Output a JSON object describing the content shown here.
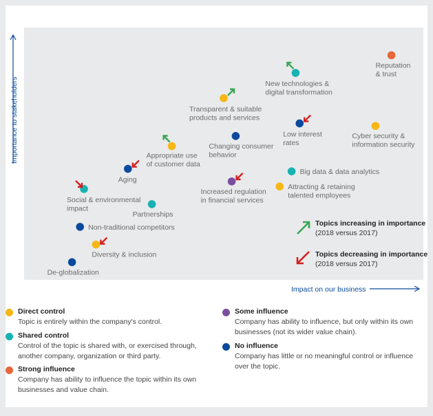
{
  "chart_data": {
    "type": "scatter",
    "title": "",
    "xlabel": "Impact on our business",
    "ylabel": "Importance to stakeholders",
    "xlim": [
      0,
      100
    ],
    "ylim": [
      0,
      100
    ],
    "grid": false,
    "points": [
      {
        "label": "Reputation & trust",
        "x": 92,
        "y": 89,
        "category": "strong",
        "trend": "none"
      },
      {
        "label": "New technologies & digital transformation",
        "x": 68,
        "y": 82,
        "category": "shared",
        "trend": "up"
      },
      {
        "label": "Transparent & suitable products and services",
        "x": 50,
        "y": 72,
        "category": "direct",
        "trend": "up"
      },
      {
        "label": "Low interest rates",
        "x": 69,
        "y": 62,
        "category": "none",
        "trend": "down"
      },
      {
        "label": "Cyber security & information security",
        "x": 88,
        "y": 61,
        "category": "direct",
        "trend": "none"
      },
      {
        "label": "Changing consumer behavior",
        "x": 53,
        "y": 57,
        "category": "none",
        "trend": "none"
      },
      {
        "label": "Appropriate use of customer data",
        "x": 37,
        "y": 53,
        "category": "direct",
        "trend": "up"
      },
      {
        "label": "Aging",
        "x": 26,
        "y": 44,
        "category": "none",
        "trend": "down"
      },
      {
        "label": "Big data & data analytics",
        "x": 67,
        "y": 43,
        "category": "shared",
        "trend": "none"
      },
      {
        "label": "Increased regulation in financial services",
        "x": 52,
        "y": 39,
        "category": "some",
        "trend": "down"
      },
      {
        "label": "Attracting & retaining talented employees",
        "x": 64,
        "y": 37,
        "category": "direct",
        "trend": "none"
      },
      {
        "label": "Social & environmental impact",
        "x": 15,
        "y": 36,
        "category": "shared",
        "trend": "down"
      },
      {
        "label": "Partnerships",
        "x": 32,
        "y": 30,
        "category": "shared",
        "trend": "none"
      },
      {
        "label": "Non-traditional competitors",
        "x": 14,
        "y": 21,
        "category": "none",
        "trend": "none"
      },
      {
        "label": "Diversity & inclusion",
        "x": 18,
        "y": 14,
        "category": "direct",
        "trend": "down"
      },
      {
        "label": "De-globalization",
        "x": 12,
        "y": 7,
        "category": "none",
        "trend": "none"
      }
    ],
    "trend_notes": [
      {
        "trend": "up",
        "title": "Topics increasing in importance",
        "subtitle": "(2018 versus 2017)",
        "color": "#3aa655"
      },
      {
        "trend": "down",
        "title": "Topics decreasing in importance",
        "subtitle": "(2018 versus 2017)",
        "color": "#d32020"
      }
    ]
  },
  "categories": {
    "direct": {
      "title": "Direct control",
      "description": "Topic is entirely within the company's control.",
      "color": "#f5b715"
    },
    "shared": {
      "title": "Shared control",
      "description": "Control of the topic is shared with, or exercised through, another company, organization or third party.",
      "color": "#18b2b2"
    },
    "strong": {
      "title": "Strong influence",
      "description": "Company has ability to influence the topic within its own businesses and value chain.",
      "color": "#e8663c"
    },
    "some": {
      "title": "Some influence",
      "description": "Company has ability to influence, but only within its own businesses (not its wider value chain).",
      "color": "#7b4ea0"
    },
    "none": {
      "title": "No influence",
      "description": "Company has little or no meaningful control or influence over the topic.",
      "color": "#0a4a9c"
    }
  },
  "colors": {
    "axis": "#0a4a9c",
    "plot_bg": "#e9eaec",
    "label_text": "#6b6b6b"
  }
}
